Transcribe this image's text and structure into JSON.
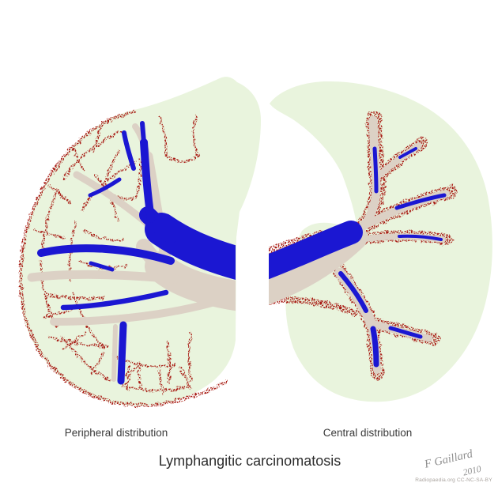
{
  "figure": {
    "title": "Lymphangitic carcinomatosis",
    "left_panel_label": "Peripheral distribution",
    "right_panel_label": "Central distribution"
  },
  "credit": {
    "author_signature": "F Gaillard",
    "year": "2010",
    "license_line": "Radiopaedia.org CC-NC-SA-BY"
  },
  "colors": {
    "background": "#ffffff",
    "lung_parenchyma_green": "#e9f4dd",
    "bronchus_beige": "#dcd1c5",
    "vessel_blue": "#1b17d2",
    "tumour_red": "#a81c12",
    "label_text": "#3a3a3a",
    "title_text": "#2d2d2d",
    "signature_grey": "#8f8f8f",
    "license_grey": "#a9a39e"
  }
}
